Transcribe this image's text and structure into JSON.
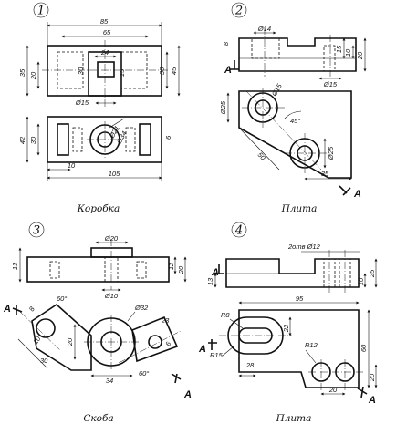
{
  "sheet": {
    "parts": [
      {
        "number": "1",
        "caption": "Коробка",
        "dims": [
          "85",
          "65",
          "24",
          "35",
          "20",
          "30",
          "15",
          "30",
          "45",
          "Ø15",
          "42",
          "30",
          "Ø21",
          "Ø34",
          "6",
          "10",
          "105"
        ]
      },
      {
        "number": "2",
        "caption": "Плита",
        "dims": [
          "8",
          "Ø14",
          "15",
          "10",
          "20",
          "Ø15",
          "Ø25",
          "Ø15",
          "45°",
          "Ø25",
          "50",
          "35"
        ],
        "section": "A"
      },
      {
        "number": "3",
        "caption": "Скоба",
        "dims": [
          "Ø20",
          "13",
          "12",
          "20",
          "Ø10",
          "60°",
          "Ø32",
          "8",
          "20",
          "23",
          "10",
          "30",
          "34",
          "60°",
          "6"
        ],
        "section": "A"
      },
      {
        "number": "4",
        "caption": "Плита",
        "dims": [
          "2отв Ø12",
          "13",
          "10",
          "25",
          "95",
          "R8",
          "22",
          "60",
          "R12",
          "R15",
          "28",
          "20",
          "20"
        ],
        "section": "A"
      }
    ]
  }
}
